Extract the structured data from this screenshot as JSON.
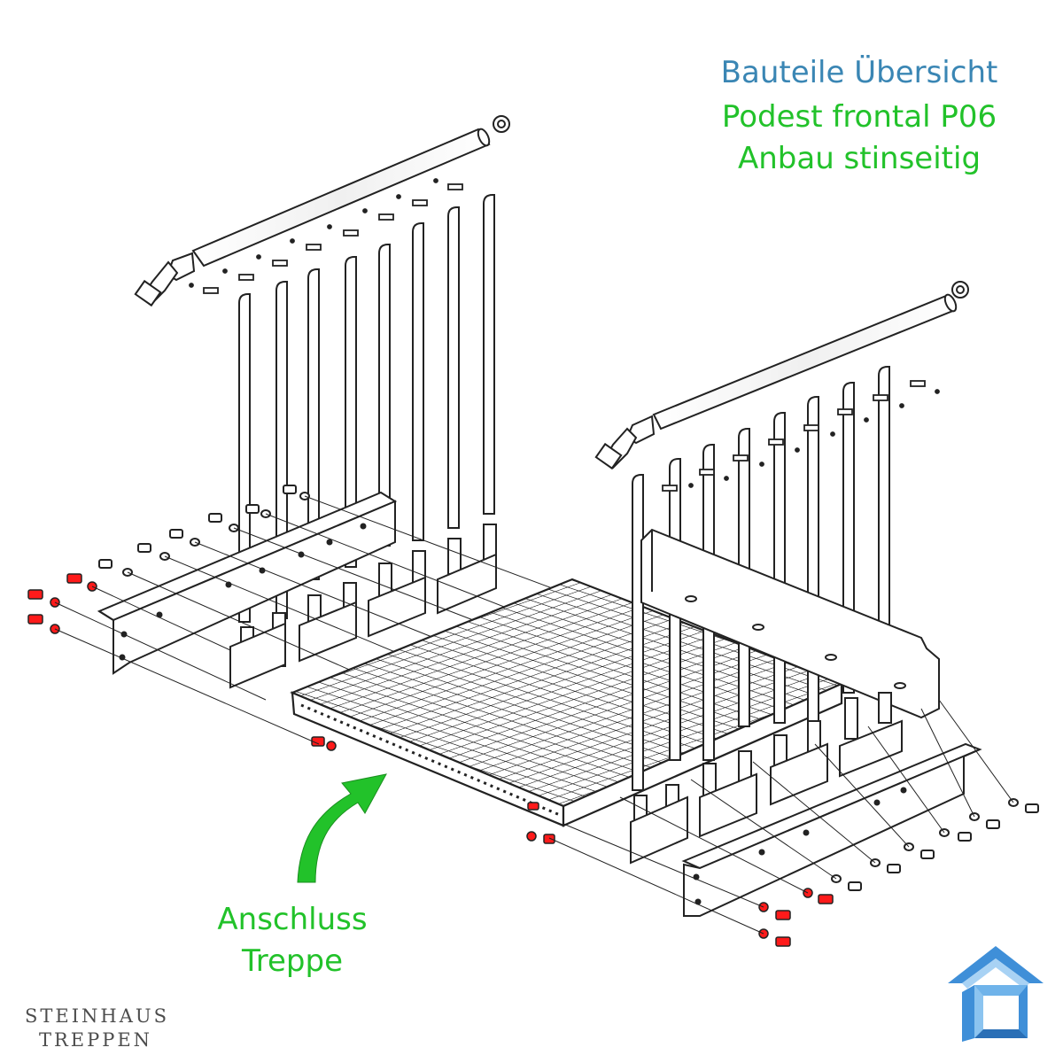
{
  "header": {
    "line1": "Bauteile Übersicht",
    "line2": "Podest frontal P06",
    "line3": "Anbau stinseitig"
  },
  "annotation": {
    "line1": "Anschluss",
    "line2": "Treppe"
  },
  "brand": {
    "line1": "STEINHAUS",
    "line2": "TREPPEN"
  },
  "colors": {
    "title_blue": "#3a86b4",
    "label_green": "#22c22a",
    "bolt_red": "#ff1a1a",
    "line": "#222222",
    "logo_blue": "#3f8fd8"
  },
  "icons": [
    "green-curved-arrow-icon",
    "house-logo-icon"
  ]
}
